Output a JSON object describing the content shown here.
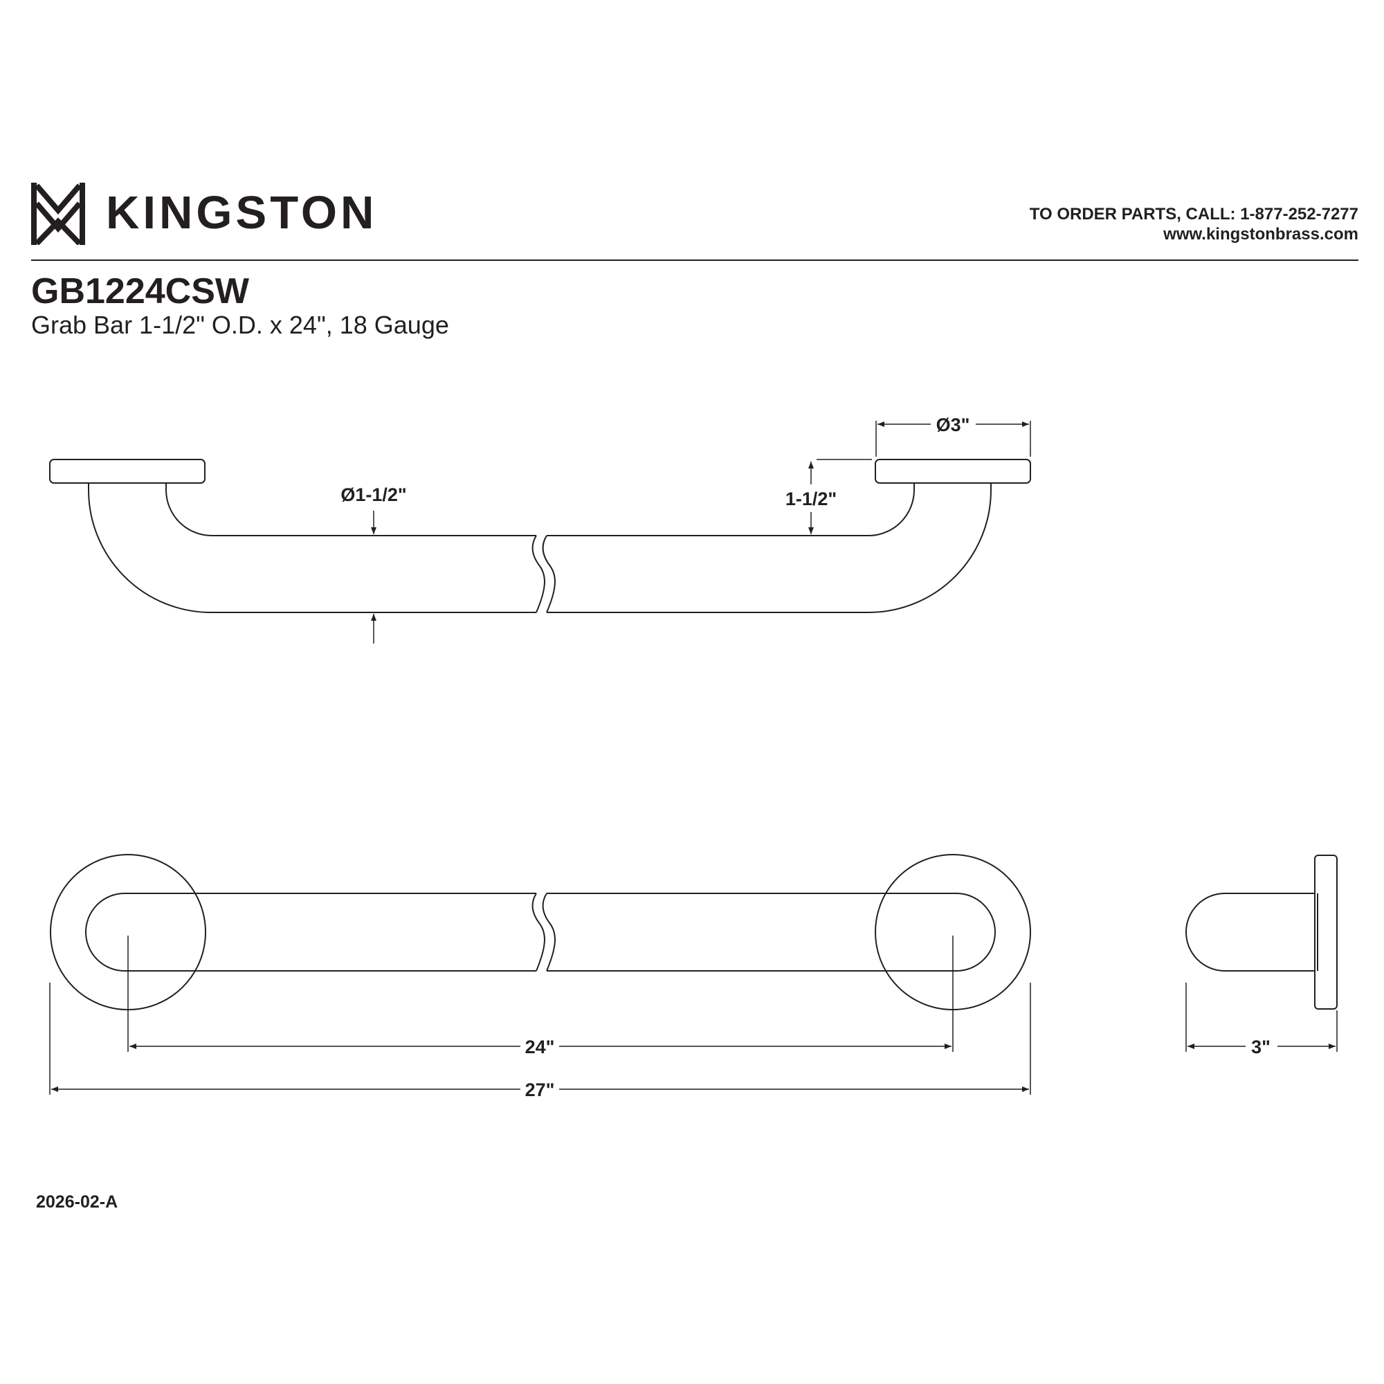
{
  "header": {
    "brand": "KINGSTON",
    "order_line": "TO ORDER PARTS, CALL: 1-877-252-7277",
    "website": "www.kingstonbrass.com"
  },
  "product": {
    "model": "GB1224CSW",
    "description": "Grab Bar 1-1/2\" O.D. x 24\", 18 Gauge"
  },
  "dimensions": {
    "flange_diameter": "Ø3\"",
    "bar_diameter": "Ø1-1/2\"",
    "wall_clearance": "1-1/2\"",
    "center_to_center": "24\"",
    "overall_length": "27\"",
    "projection": "3\""
  },
  "footer": {
    "revision": "2026-02-A"
  },
  "colors": {
    "line": "#231f20",
    "background": "#ffffff"
  },
  "icons": {
    "logo": "kingston-monogram-icon"
  }
}
